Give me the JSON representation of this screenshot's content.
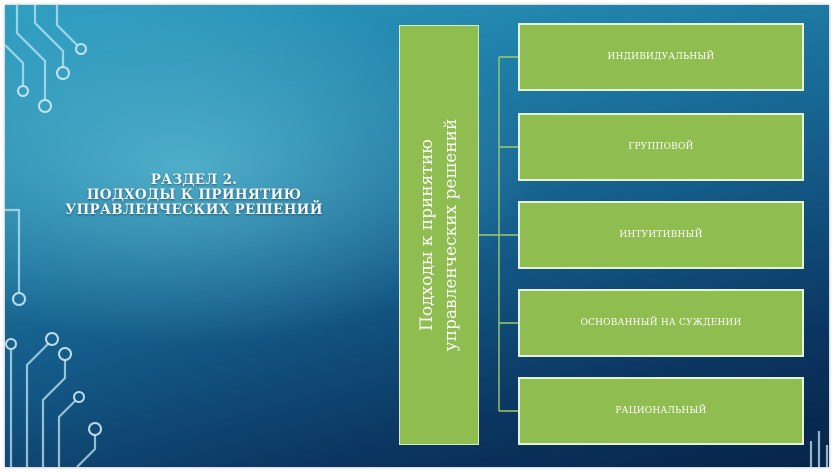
{
  "slide": {
    "title_lines": [
      "РАЗДЕЛ 2.",
      "ПОДХОДЫ К ПРИНЯТИЮ",
      "УПРАВЛЕНЧЕСКИХ РЕШЕНИЙ"
    ]
  },
  "diagram": {
    "root": {
      "lines": [
        "Подходы к принятию",
        "управленческих решений"
      ]
    },
    "children": [
      {
        "label": "ИНДИВИДУАЛЬНЫЙ"
      },
      {
        "label": "ГРУППОВОЙ"
      },
      {
        "label": "ИНТУИТИВНЫЙ"
      },
      {
        "label": "ОСНОВАННЫЙ НА СУЖДЕНИИ"
      },
      {
        "label": "РАЦИОНАЛЬНЫЙ"
      }
    ]
  },
  "colors": {
    "box_fill": "#8fbd4f",
    "box_border": "#e6f2d6",
    "background_top": "#2f9fc2",
    "background_bottom": "#07244a"
  },
  "icons": [
    "circuit-decoration"
  ]
}
